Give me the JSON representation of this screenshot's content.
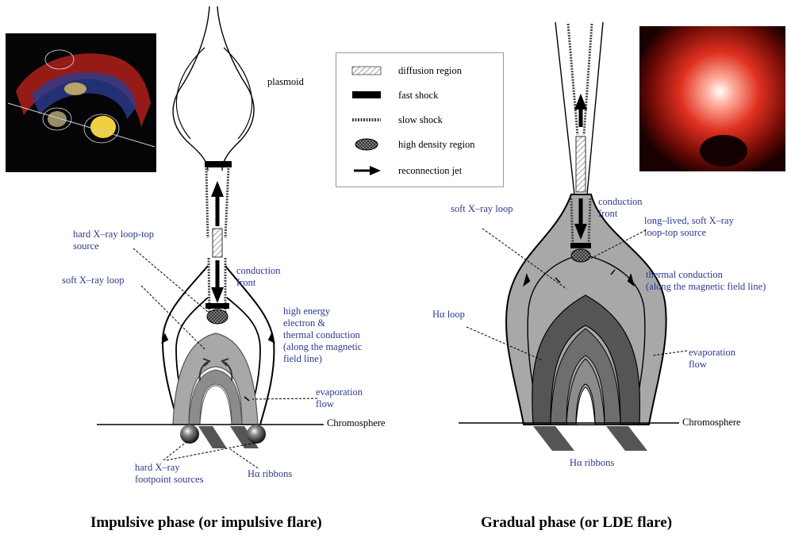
{
  "legend": {
    "items": [
      {
        "label": "diffusion region",
        "icon": "hatched-rectangle-icon"
      },
      {
        "label": "fast shock",
        "icon": "black-bar-icon"
      },
      {
        "label": "slow shock",
        "icon": "dotted-bar-icon"
      },
      {
        "label": "high density region",
        "icon": "crosshatched-ellipse-icon"
      },
      {
        "label": "reconnection jet",
        "icon": "arrow-icon"
      }
    ]
  },
  "impulsive": {
    "title": "Impulsive phase (or impulsive flare)",
    "labels": {
      "plasmoid": "plasmoid",
      "hard_xray_looptop": "hard X–ray loop-top\nsource",
      "soft_xray_loop": "soft X–ray loop",
      "conduction_front": "conduction\nfront",
      "high_energy": "high energy\nelectron &\nthermal conduction\n(along the magnetic\nfield line)",
      "evaporation": "evaporation\nflow",
      "chromosphere": "Chromosphere",
      "footpoints": "hard X–ray\nfootpoint sources",
      "ha_ribbons": "Hα ribbons"
    }
  },
  "gradual": {
    "title": "Gradual phase (or LDE flare)",
    "labels": {
      "conduction_front": "conduction\nfront",
      "soft_xray_loop": "soft X–ray loop",
      "long_lived": "long–lived, soft X–ray\nloop-top source",
      "thermal_conduction": "thermal conduction\n(along the magnetic field line)",
      "ha_loop": "Hα loop",
      "evaporation": "evaporation\nflow",
      "chromosphere": "Chromosphere",
      "ha_ribbons": "Hα ribbons"
    }
  },
  "colors": {
    "loop_light": "#a8a8a8",
    "loop_mid": "#8c8c8c",
    "loop_dark": "#555555",
    "label_blue": "#2b3a8f"
  }
}
